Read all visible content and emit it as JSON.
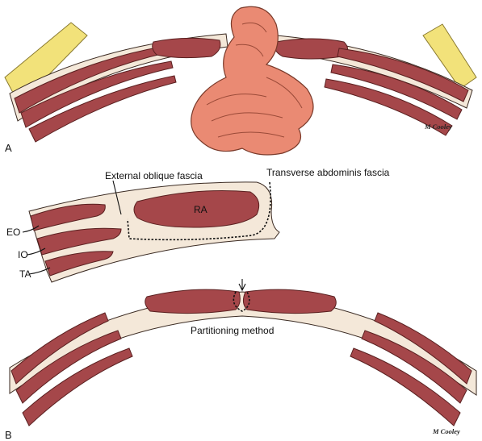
{
  "panels": [
    {
      "label": "A",
      "signature": "M Cooley"
    },
    {
      "label": "B",
      "signature": "M Cooley"
    }
  ],
  "labels": {
    "external_oblique_fascia": "External oblique fascia",
    "transverse_abdominis_fascia": "Transverse abdominis fascia",
    "eo": "EO",
    "io": "IO",
    "ta": "TA",
    "ra": "RA",
    "partitioning_method": "Partitioning method"
  },
  "colors": {
    "muscle": "#a5474a",
    "fascia": "#f4e8d9",
    "fat": "#f2e27a",
    "bowel": "#ea8a73"
  }
}
